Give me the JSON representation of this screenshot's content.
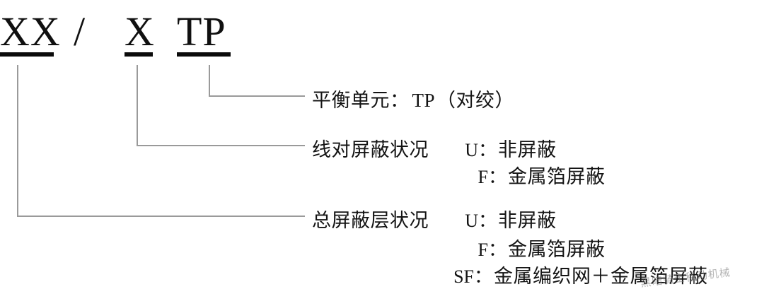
{
  "diagram": {
    "title_code": {
      "tokens": [
        {
          "text": "XX",
          "underlined": true
        },
        {
          "text": "/",
          "underlined": false
        },
        {
          "text": "X",
          "underlined": true
        },
        {
          "text": "TP",
          "underlined": true
        }
      ]
    },
    "annotations": [
      {
        "id": "balanced-element",
        "title": "平衡单元：",
        "entries": [
          {
            "code": "TP",
            "separator": "",
            "value": "（对绞）"
          }
        ]
      },
      {
        "id": "pair-shield",
        "title": "线对屏蔽状况",
        "entries": [
          {
            "code": "U",
            "separator": "：",
            "value": "非屏蔽"
          },
          {
            "code": "F",
            "separator": "：",
            "value": "金属箔屏蔽"
          }
        ]
      },
      {
        "id": "overall-shield",
        "title": "总屏蔽层状况",
        "entries": [
          {
            "code": "U",
            "separator": "：",
            "value": "非屏蔽"
          },
          {
            "code": "F",
            "separator": "：",
            "value": "金属箔屏蔽"
          },
          {
            "code": "SF",
            "separator": "：",
            "value": "金属编织网＋金属箔屏蔽"
          }
        ]
      }
    ],
    "watermark": "黑暗骑士移动机械",
    "colors": {
      "text": "#141414",
      "rule": "#0b0b0b",
      "leader": "#9a9a9a",
      "background": "#ffffff"
    }
  }
}
